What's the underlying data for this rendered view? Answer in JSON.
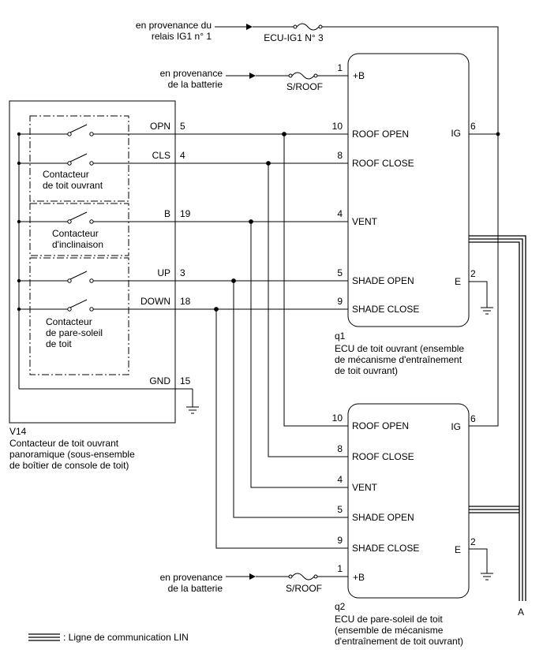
{
  "sources": {
    "ig1": [
      "en provenance du",
      "relais IG1 n° 1"
    ],
    "battery_top": [
      "en provenance",
      "de la batterie"
    ],
    "battery_bottom": [
      "en provenance",
      "de la batterie"
    ]
  },
  "fuses": {
    "ecu_ig1": "ECU-IG1 N° 3",
    "sroof_top": "S/ROOF",
    "sroof_bottom": "S/ROOF"
  },
  "switch_assy": {
    "code": "V14",
    "caption": [
      "Contacteur de toit ouvrant",
      "panoramique (sous-ensemble",
      "de boîtier de console de toit)"
    ],
    "roof_switch": [
      "Contacteur",
      "de toit ouvrant"
    ],
    "tilt_switch": [
      "Contacteur",
      "d'inclinaison"
    ],
    "shade_switch": [
      "Contacteur",
      "de pare-soleil",
      "de toit"
    ],
    "terminals": [
      {
        "name": "OPN",
        "pin": "5"
      },
      {
        "name": "CLS",
        "pin": "4"
      },
      {
        "name": "B",
        "pin": "19"
      },
      {
        "name": "UP",
        "pin": "3"
      },
      {
        "name": "DOWN",
        "pin": "18"
      },
      {
        "name": "GND",
        "pin": "15"
      }
    ]
  },
  "ecu1": {
    "code": "q1",
    "caption": [
      "ECU de toit ouvrant (ensemble",
      "de mécanisme d'entraînement",
      "de toit ouvrant)"
    ],
    "pins": [
      {
        "pin": "1",
        "name": "+B"
      },
      {
        "pin": "10",
        "name": "ROOF OPEN"
      },
      {
        "pin": "8",
        "name": "ROOF CLOSE"
      },
      {
        "pin": "4",
        "name": "VENT"
      },
      {
        "pin": "5",
        "name": "SHADE OPEN"
      },
      {
        "pin": "9",
        "name": "SHADE CLOSE"
      }
    ],
    "right_pins": [
      {
        "pin": "6",
        "name": "IG"
      },
      {
        "pin": "2",
        "name": "E"
      }
    ]
  },
  "ecu2": {
    "code": "q2",
    "caption": [
      "ECU de pare-soleil de toit",
      "(ensemble de mécanisme",
      "d'entraînement de toit ouvrant)"
    ],
    "pins": [
      {
        "pin": "10",
        "name": "ROOF OPEN"
      },
      {
        "pin": "8",
        "name": "ROOF CLOSE"
      },
      {
        "pin": "4",
        "name": "VENT"
      },
      {
        "pin": "5",
        "name": "SHADE OPEN"
      },
      {
        "pin": "9",
        "name": "SHADE CLOSE"
      },
      {
        "pin": "1",
        "name": "+B"
      }
    ],
    "right_pins": [
      {
        "pin": "6",
        "name": "IG"
      },
      {
        "pin": "2",
        "name": "E"
      }
    ]
  },
  "connector_a": "A",
  "legend": ": Ligne de communication LIN"
}
